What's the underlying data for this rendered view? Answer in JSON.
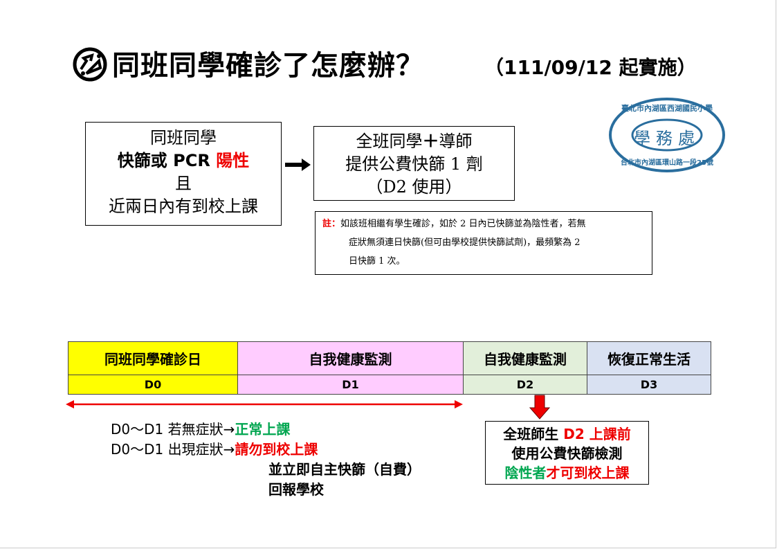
{
  "header": {
    "title": "同班同學確診了怎麼辦？",
    "date_note": "（111/09/12 起實施）"
  },
  "stamp": {
    "top": "臺北市內湖區西湖國民小學",
    "center": "學務處",
    "bottom": "台北市內湖區環山路一段25號"
  },
  "condition_box": {
    "line1": "同班同學",
    "line2a": "快篩或 PCR ",
    "line2b": "陽性",
    "line3": "且",
    "line4": "近兩日內有到校上課"
  },
  "action_box": {
    "line1a": "全班同學",
    "line1b": "＋",
    "line1c": "導師",
    "line2": "提供公費快篩 1 劑",
    "line3": "（D2 使用）"
  },
  "note": {
    "label": "註：",
    "line1": "如該班相繼有學生確診，如於 2 日內已快篩並為陰性者，若無",
    "line2": "症狀無須連日快篩(但可由學校提供快篩試劑)，最頻繁為  2",
    "line3": "日快篩 1 次。"
  },
  "timeline": [
    {
      "label": "同班同學確診日",
      "day": "D0",
      "color": "#ffff00"
    },
    {
      "label": "自我健康監測",
      "day": "D1",
      "color": "#ffccff"
    },
    {
      "label": "自我健康監測",
      "day": "D2",
      "color": "#e2efda"
    },
    {
      "label": "恢復正常生活",
      "day": "D3",
      "color": "#d9e1f2"
    }
  ],
  "guidance": {
    "l1a": "D0～D1 若無症狀→",
    "l1b": "正常上課",
    "l2a": "D0～D1 出現症狀→",
    "l2b": "請勿到校上課",
    "l3": "並立即自主快篩（自費）",
    "l4": "回報學校"
  },
  "d2_box": {
    "l1a": "全班師生 ",
    "l1b": "D2 上課前",
    "l2": "使用公費快篩檢測",
    "l3a": "陰性者",
    "l3b": "才可到校上課"
  }
}
